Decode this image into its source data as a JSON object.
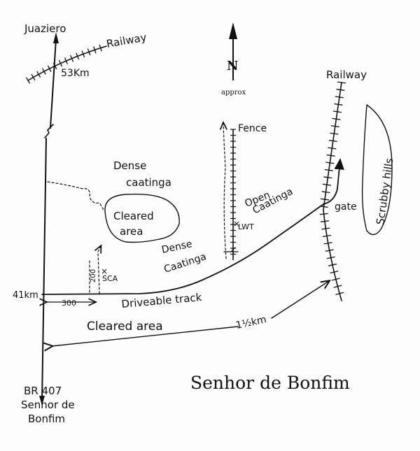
{
  "map": {
    "title": "Senhor de Bonfim",
    "north": {
      "letter": "N",
      "note": "approx"
    },
    "labels": {
      "juaziero": "Juaziero",
      "railway_top": "Railway",
      "km53": "53Km",
      "railway_right": "Railway",
      "fence": "Fence",
      "dense_caatinga_1": "Dense",
      "dense_caatinga_2": "caatinga",
      "cleared_area_1": "Cleared",
      "cleared_area_2": "area",
      "dense2_1": "Dense",
      "dense2_2": "Caatinga",
      "open_1": "Open",
      "open_2": "Caatinga",
      "lwt": "LWT",
      "sca": "SCA",
      "gate": "gate",
      "scrubby": "Scrubby hills",
      "km41": "41km",
      "m300": "300",
      "m200": "200",
      "driveable": "Driveable track",
      "cleared_bottom": "Cleared area",
      "dist": "1½km",
      "br_1": "BR 407",
      "br_2": "Senhor de",
      "br_3": "Bonfim"
    }
  }
}
